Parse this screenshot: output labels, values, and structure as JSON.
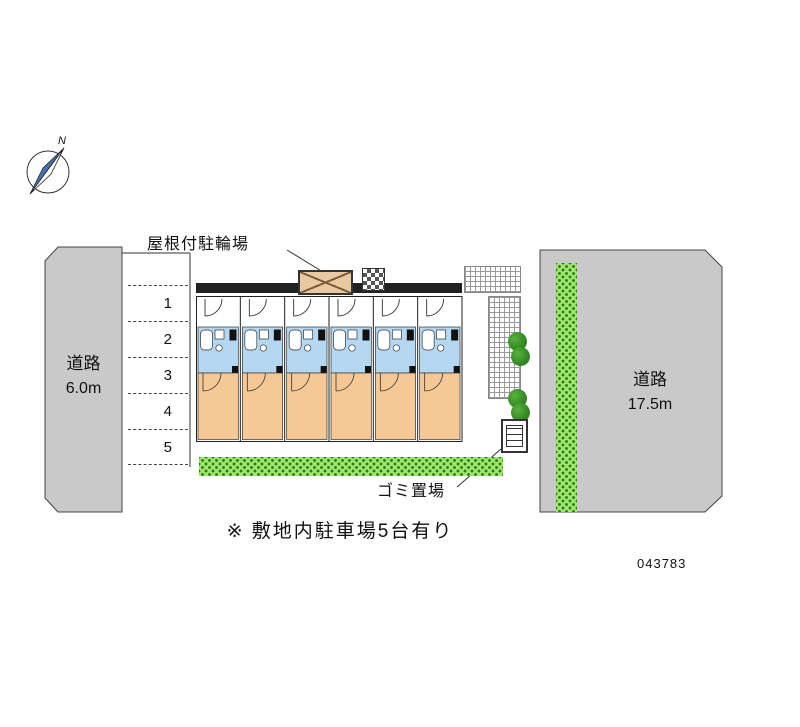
{
  "compass": {
    "north_label": "N"
  },
  "roads": {
    "left": {
      "name": "道路",
      "width_label": "6.0m"
    },
    "right": {
      "name": "道路",
      "width_label": "17.5m"
    }
  },
  "site": {
    "bike_parking_label": "屋根付駐輪場",
    "garbage_label": "ゴミ置場",
    "parking_numbers": [
      "1",
      "2",
      "3",
      "4",
      "5"
    ],
    "unit_count": 6
  },
  "footer": {
    "note": "※ 敷地内駐車場5台有り",
    "plan_number": "043783"
  },
  "colors": {
    "road": "#c9c9c9",
    "unit_room": "#f6c895",
    "unit_bath": "#b5d8f2",
    "hedge": "#9fe66f",
    "bush": "#1e6b14",
    "bike_shed": "#eac9a1"
  }
}
